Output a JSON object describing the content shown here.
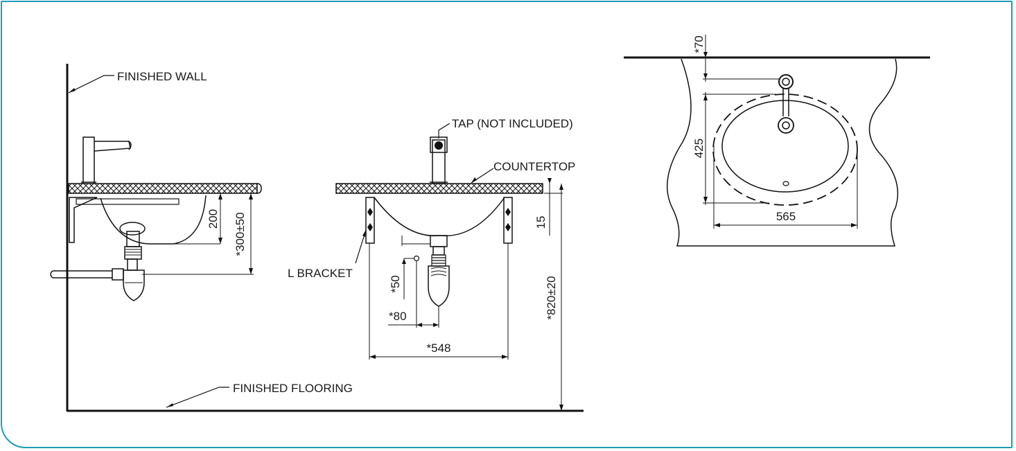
{
  "labels": {
    "finished_wall": "FINISHED WALL",
    "tap": "TAP (NOT INCLUDED)",
    "countertop": "COUNTERTOP",
    "l_bracket": "L BRACKET",
    "finished_flooring": "FINISHED FLOORING"
  },
  "dimensions": {
    "d200": "200",
    "d300": "*300±50",
    "d15": "15",
    "d50": "*50",
    "d80": "*80",
    "d548": "*548",
    "d820": "*820±20",
    "d70": "*70",
    "d425": "425",
    "d565": "565"
  },
  "colors": {
    "frame": "#1e9bb5",
    "line": "#111111"
  }
}
